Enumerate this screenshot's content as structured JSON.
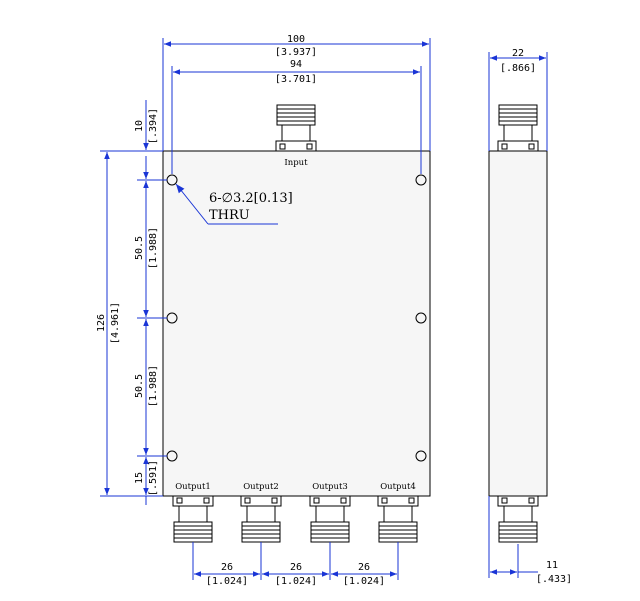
{
  "top_view": {
    "width": {
      "mm": "100",
      "in": "[3.937]"
    },
    "hole_spacing": {
      "mm": "94",
      "in": "[3.701]"
    },
    "input_offset": {
      "mm": "10",
      "in": "[.394]"
    },
    "height": {
      "mm": "126",
      "in": "[4.961]"
    },
    "hole_pitch_upper": {
      "mm": "50.5",
      "in": "[1.988]"
    },
    "hole_pitch_lower": {
      "mm": "50.5",
      "in": "[1.988]"
    },
    "bottom_offset": {
      "mm": "15",
      "in": "[.591]"
    },
    "output_pitch_1": {
      "mm": "26",
      "in": "[1.024]"
    },
    "output_pitch_2": {
      "mm": "26",
      "in": "[1.024]"
    },
    "output_pitch_3": {
      "mm": "26",
      "in": "[1.024]"
    },
    "hole_note_line1": "6-∅3.2[0.13]",
    "hole_note_line2": "THRU",
    "ports": {
      "input": "Input",
      "output1": "Output1",
      "output2": "Output2",
      "output3": "Output3",
      "output4": "Output4"
    }
  },
  "side_view": {
    "depth": {
      "mm": "22",
      "in": "[.866]"
    },
    "connector_offset": {
      "mm": "11",
      "in": "[.433]"
    }
  },
  "colors": {
    "dimension_lines": "#1a35d6",
    "outline": "#000000"
  }
}
